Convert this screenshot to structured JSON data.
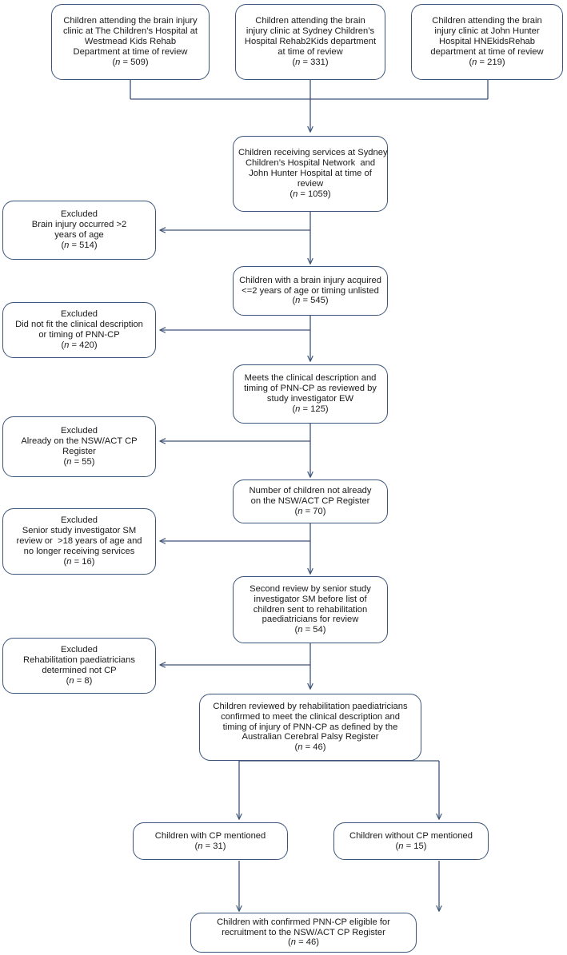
{
  "meta": {
    "title": "PNN-CP study participant flow diagram",
    "line_color": "#3c557a",
    "text_color": "#1a1a1a",
    "background": "#ffffff"
  },
  "nodes": {
    "source_westmead": {
      "lines": [
        "Children attending the brain injury",
        "clinic at The Children’s Hospital at",
        "Westmead Kids Rehab",
        "Department at time of review"
      ],
      "n_label": "(n = 509)",
      "n_value": 509
    },
    "source_sydney": {
      "lines": [
        "Children attending the brain",
        "injury clinic at Sydney Children’s",
        "Hospital Rehab2Kids department",
        "at time of review"
      ],
      "n_label": "(n = 331)",
      "n_value": 331
    },
    "source_johnhunter": {
      "lines": [
        "Children attending the brain",
        "injury clinic at John Hunter",
        "Hospital HNEkidsRehab",
        "department at time of review"
      ],
      "n_label": "(n = 219)",
      "n_value": 219
    },
    "combined": {
      "lines": [
        "Children receiving services at Sydney",
        "Children’s Hospital Network  and",
        "John Hunter Hospital at time of",
        "review"
      ],
      "n_label": "(n = 1059)",
      "n_value": 1059
    },
    "excluded_age": {
      "lines": [
        "Excluded",
        "Brain injury occurred >2",
        "years of age"
      ],
      "n_label": "(n = 514)",
      "n_value": 514
    },
    "acquired_under2": {
      "lines": [
        "Children with a brain injury acquired",
        "<=2 years of age or timing unlisted"
      ],
      "n_label": "(n = 545)",
      "n_value": 545
    },
    "excluded_clinical": {
      "lines": [
        "Excluded",
        "Did not fit the clinical description",
        "or timing of PNN-CP"
      ],
      "n_label": "(n = 420)",
      "n_value": 420
    },
    "meets_clinical": {
      "lines": [
        "Meets the clinical description and",
        "timing of PNN-CP as reviewed by",
        "study investigator EW"
      ],
      "n_label": "(n = 125)",
      "n_value": 125
    },
    "excluded_register": {
      "lines": [
        "Excluded",
        "Already on the NSW/ACT CP",
        "Register"
      ],
      "n_label": "(n = 55)",
      "n_value": 55
    },
    "not_on_register": {
      "lines": [
        "Number of children not already",
        "on the NSW/ACT CP Register"
      ],
      "n_label": "(n = 70)",
      "n_value": 70
    },
    "excluded_senior": {
      "lines": [
        "Excluded",
        "Senior study investigator SM",
        "review or  >18 years of age and",
        "no longer receiving services"
      ],
      "n_label": "(n = 16)",
      "n_value": 16
    },
    "second_review": {
      "lines": [
        "Second review by senior study",
        "investigator SM before list of",
        "children sent to rehabilitation",
        "paediatricians for review"
      ],
      "n_label": "(n = 54)",
      "n_value": 54
    },
    "excluded_notcp": {
      "lines": [
        "Excluded",
        "Rehabilitation paediatricians",
        "determined not CP"
      ],
      "n_label": "(n = 8)",
      "n_value": 8
    },
    "confirmed_pnncp": {
      "lines": [
        "Children reviewed by rehabilitation paediatricians",
        "confirmed to meet the clinical description and",
        "timing of injury of PNN-CP as defined by the",
        "Australian Cerebral Palsy Register"
      ],
      "n_label": "(n = 46)",
      "n_value": 46
    },
    "cp_mentioned": {
      "lines": [
        "Children with CP mentioned"
      ],
      "n_label": "(n = 31)",
      "n_value": 31
    },
    "cp_not_mentioned": {
      "lines": [
        "Children without CP mentioned"
      ],
      "n_label": "(n = 15)",
      "n_value": 15
    },
    "eligible_final": {
      "lines": [
        "Children with confirmed PNN-CP eligible for",
        "recruitment to the NSW/ACT CP Register"
      ],
      "n_label": "(n = 46)",
      "n_value": 46
    }
  }
}
